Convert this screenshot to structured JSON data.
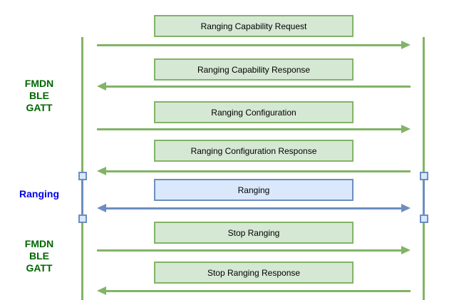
{
  "diagram_type": "sequence-diagram",
  "side_sections": [
    {
      "id": "fmdn-ble-gatt-top",
      "lines": [
        "FMDN",
        "BLE",
        "GATT"
      ],
      "color_role": "green"
    },
    {
      "id": "ranging-session",
      "lines": [
        "Ranging"
      ],
      "color_role": "blue"
    },
    {
      "id": "fmdn-ble-gatt-bottom",
      "lines": [
        "FMDN",
        "BLE",
        "GATT"
      ],
      "color_role": "green"
    }
  ],
  "messages": [
    {
      "label": "Ranging Capability Request",
      "direction": "right",
      "color_role": "green"
    },
    {
      "label": "Ranging Capability Response",
      "direction": "left",
      "color_role": "green"
    },
    {
      "label": "Ranging Configuration",
      "direction": "right",
      "color_role": "green"
    },
    {
      "label": "Ranging Configuration Response",
      "direction": "left",
      "color_role": "green"
    },
    {
      "label": "Ranging",
      "direction": "both",
      "color_role": "blue"
    },
    {
      "label": "Stop Ranging",
      "direction": "right",
      "color_role": "green"
    },
    {
      "label": "Stop Ranging Response",
      "direction": "left",
      "color_role": "green"
    }
  ],
  "colors": {
    "green_line": "#82b366",
    "green_fill": "#d5e8d4",
    "blue_line": "#6c8ebf",
    "blue_fill": "#dae8fc",
    "label_green": "#006600",
    "label_blue": "#0000ee",
    "box_text": "#000000",
    "background": "#ffffff"
  }
}
